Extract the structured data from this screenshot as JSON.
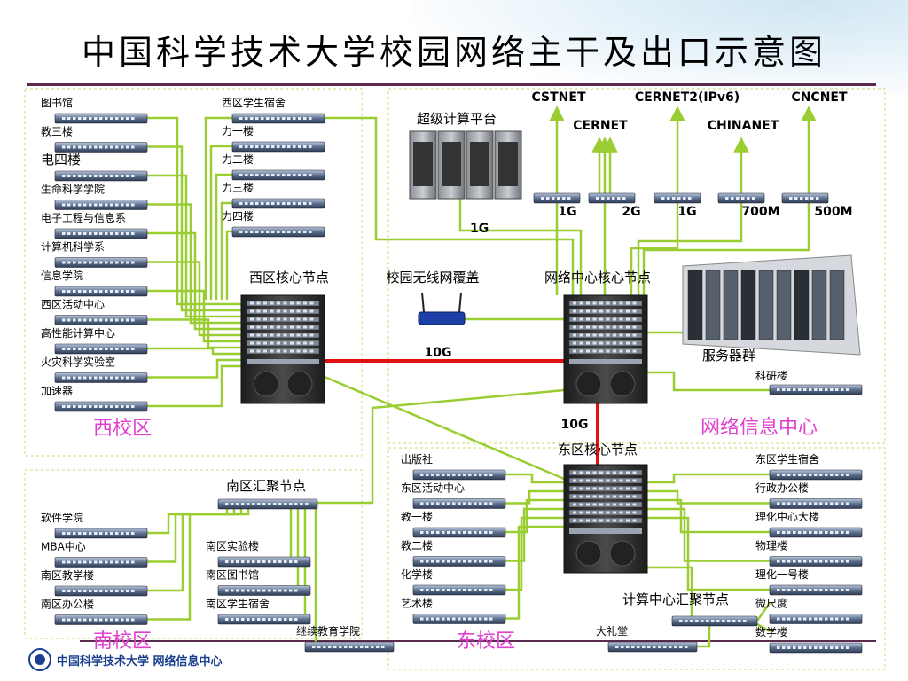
{
  "title": "中国科学技术大学校园网络主干及出口示意图",
  "footer": {
    "text": "中国科学技术大学 网络信息中心"
  },
  "colors": {
    "link": "#9acd32",
    "backbone": "#e01010",
    "zone_label": "#e040d0",
    "rule": "#5b2a4d",
    "border": "#d8e08a"
  },
  "isp": [
    {
      "name": "CSTNET",
      "bw": "1G"
    },
    {
      "name": "CERNET",
      "bw": "2G"
    },
    {
      "name": "CERNET2(IPv6)",
      "bw": "1G"
    },
    {
      "name": "CHINANET",
      "bw": "700M"
    },
    {
      "name": "CNCNET",
      "bw": "500M"
    }
  ],
  "supercomputer": {
    "label": "超级计算平台",
    "bw": "1G"
  },
  "wireless": {
    "label": "校园无线网覆盖"
  },
  "servers": {
    "label": "服务器群"
  },
  "cores": {
    "west": "西区核心节点",
    "center": "网络中心核心节点",
    "east": "东区核心节点",
    "south": "南区汇聚节点",
    "compute": "计算中心汇聚节点"
  },
  "links": {
    "west_center": "10G",
    "center_east": "10G"
  },
  "zones": {
    "west": "西校区",
    "south": "南校区",
    "east": "东校区",
    "nic": "网络信息中心"
  },
  "west_left": [
    "图书馆",
    "教三楼",
    "电四楼",
    "生命科学学院",
    "电子工程与信息系",
    "计算机科学系",
    "信息学院",
    "西区活动中心",
    "高性能计算中心",
    "火灾科学实验室",
    "加速器"
  ],
  "west_right": [
    "西区学生宿舍",
    "力一楼",
    "力二楼",
    "力三楼",
    "力四楼"
  ],
  "nic_building": "科研楼",
  "south_left": [
    "软件学院",
    "MBA中心",
    "南区教学楼",
    "南区办公楼"
  ],
  "south_right": [
    "南区实验楼",
    "南区图书馆",
    "南区学生宿舍"
  ],
  "south_extra": "继续教育学院",
  "east_left": [
    "出版社",
    "东区活动中心",
    "教一楼",
    "教二楼",
    "化学楼",
    "艺术楼"
  ],
  "east_right": [
    "东区学生宿舍",
    "行政办公楼",
    "理化中心大楼",
    "物理楼",
    "理化一号楼",
    "微尺度",
    "数学楼"
  ],
  "compute_building": "大礼堂"
}
